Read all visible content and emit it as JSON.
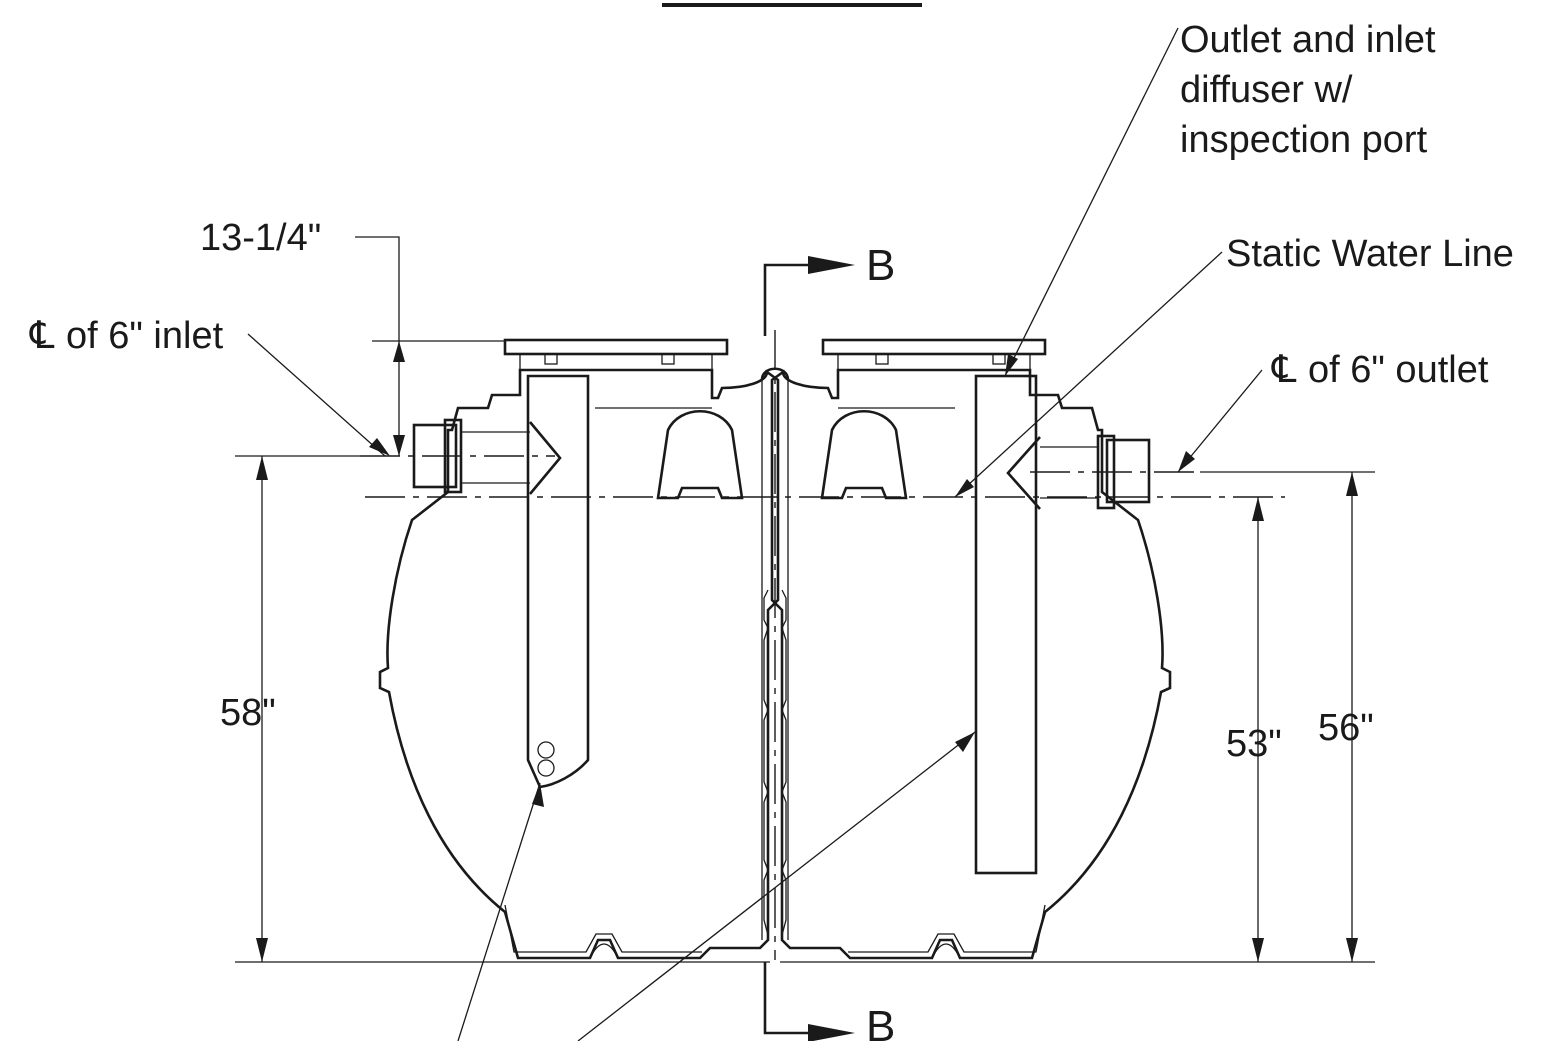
{
  "labels": {
    "outlet_diffuser_line1": "Outlet and inlet",
    "outlet_diffuser_line2": "diffuser w/",
    "outlet_diffuser_line3": "inspection port",
    "static_water_line": "Static Water Line",
    "dim_13_25": "13-1/4\"",
    "inlet_cl_symbol": "℄",
    "inlet_cl_text": "of 6\" inlet",
    "outlet_cl_symbol": "℄",
    "outlet_cl_text": "of 6\" outlet",
    "dim_58": "58\"",
    "dim_53": "53\"",
    "dim_56": "56\""
  },
  "section_marks": {
    "top": "B",
    "bottom": "B"
  },
  "colors": {
    "line": "#1a1a1a",
    "background": "#ffffff"
  }
}
